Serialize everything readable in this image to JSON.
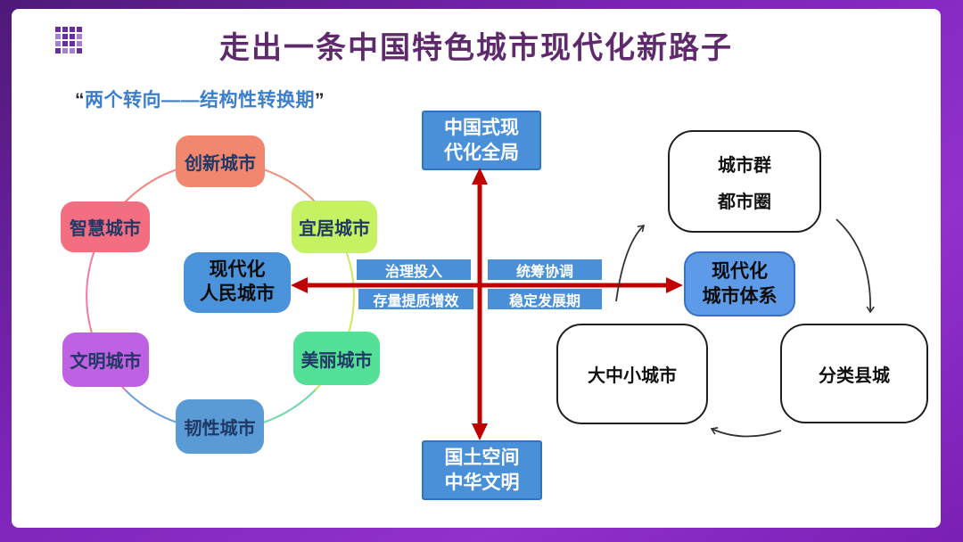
{
  "header": {
    "title": "走出一条中国特色城市现代化新路子",
    "logo_icon": "purple-mosaic-grid-logo"
  },
  "subtitle": {
    "open_quote": "“",
    "text": "两个转向——结构性转换期",
    "close_quote": "”"
  },
  "people_city_cycle": {
    "center_box": {
      "line1": "现代化",
      "line2": "人民城市",
      "color": "#4A93DB"
    },
    "items": [
      {
        "label": "创新城市",
        "color": "#F0876E"
      },
      {
        "label": "智慧城市",
        "color": "#F26E80"
      },
      {
        "label": "宜居城市",
        "color": "#C5F163"
      },
      {
        "label": "文明城市",
        "color": "#BE61E2"
      },
      {
        "label": "美丽城市",
        "color": "#55E098"
      },
      {
        "label": "韧性城市",
        "color": "#5B9BD5"
      }
    ],
    "ring_colors": [
      "#F2867E",
      "#F0907A",
      "#C9E95F",
      "#6FD8A8",
      "#6F9FDB",
      "#EE7D9E"
    ]
  },
  "axis": {
    "top_box": {
      "line1": "中国式现",
      "line2": "代化全局"
    },
    "bottom_box": {
      "line1": "国土空间",
      "line2": "中华文明"
    },
    "quadrant_labels": {
      "top_left": "治理投入",
      "top_right": "统筹协调",
      "bottom_left": "存量提质增效",
      "bottom_right": "稳定发展期"
    },
    "box_color": "#4A90D9",
    "arrow_color": "#C00000"
  },
  "system_cycle": {
    "center_box": {
      "line1": "现代化",
      "line2": "城市体系",
      "color": "#5D9BE8"
    },
    "nodes": {
      "top": {
        "line1": "城市群",
        "line2": "都市圈"
      },
      "left": {
        "label": "大中小城市"
      },
      "right": {
        "label": "分类县城"
      }
    }
  },
  "colors": {
    "title": "#5F2A6C",
    "subtitle_blue": "#3D7ECC",
    "quote_dark": "#26262E",
    "box_text_navy": "#1F3864",
    "curve_arrow": "#333333",
    "frame_purple": "#7C24B8"
  }
}
